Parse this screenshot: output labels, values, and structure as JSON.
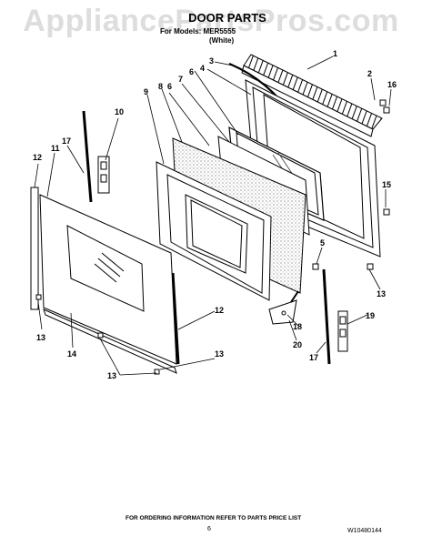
{
  "watermark": "AppliancePartsPros.com",
  "header": {
    "title": "DOOR PARTS",
    "subtitle": "For Models: MER5555",
    "variant": "(White)"
  },
  "callouts": [
    "1",
    "2",
    "16",
    "3",
    "4",
    "6",
    "7",
    "8",
    "9",
    "6",
    "10",
    "17",
    "12",
    "11",
    "15",
    "5",
    "13",
    "18",
    "20",
    "19",
    "17",
    "12",
    "13",
    "14",
    "13",
    "13"
  ],
  "footer": {
    "note": "FOR ORDERING INFORMATION REFER TO PARTS PRICE LIST",
    "page_number": "6",
    "doc_id": "W10480144"
  }
}
